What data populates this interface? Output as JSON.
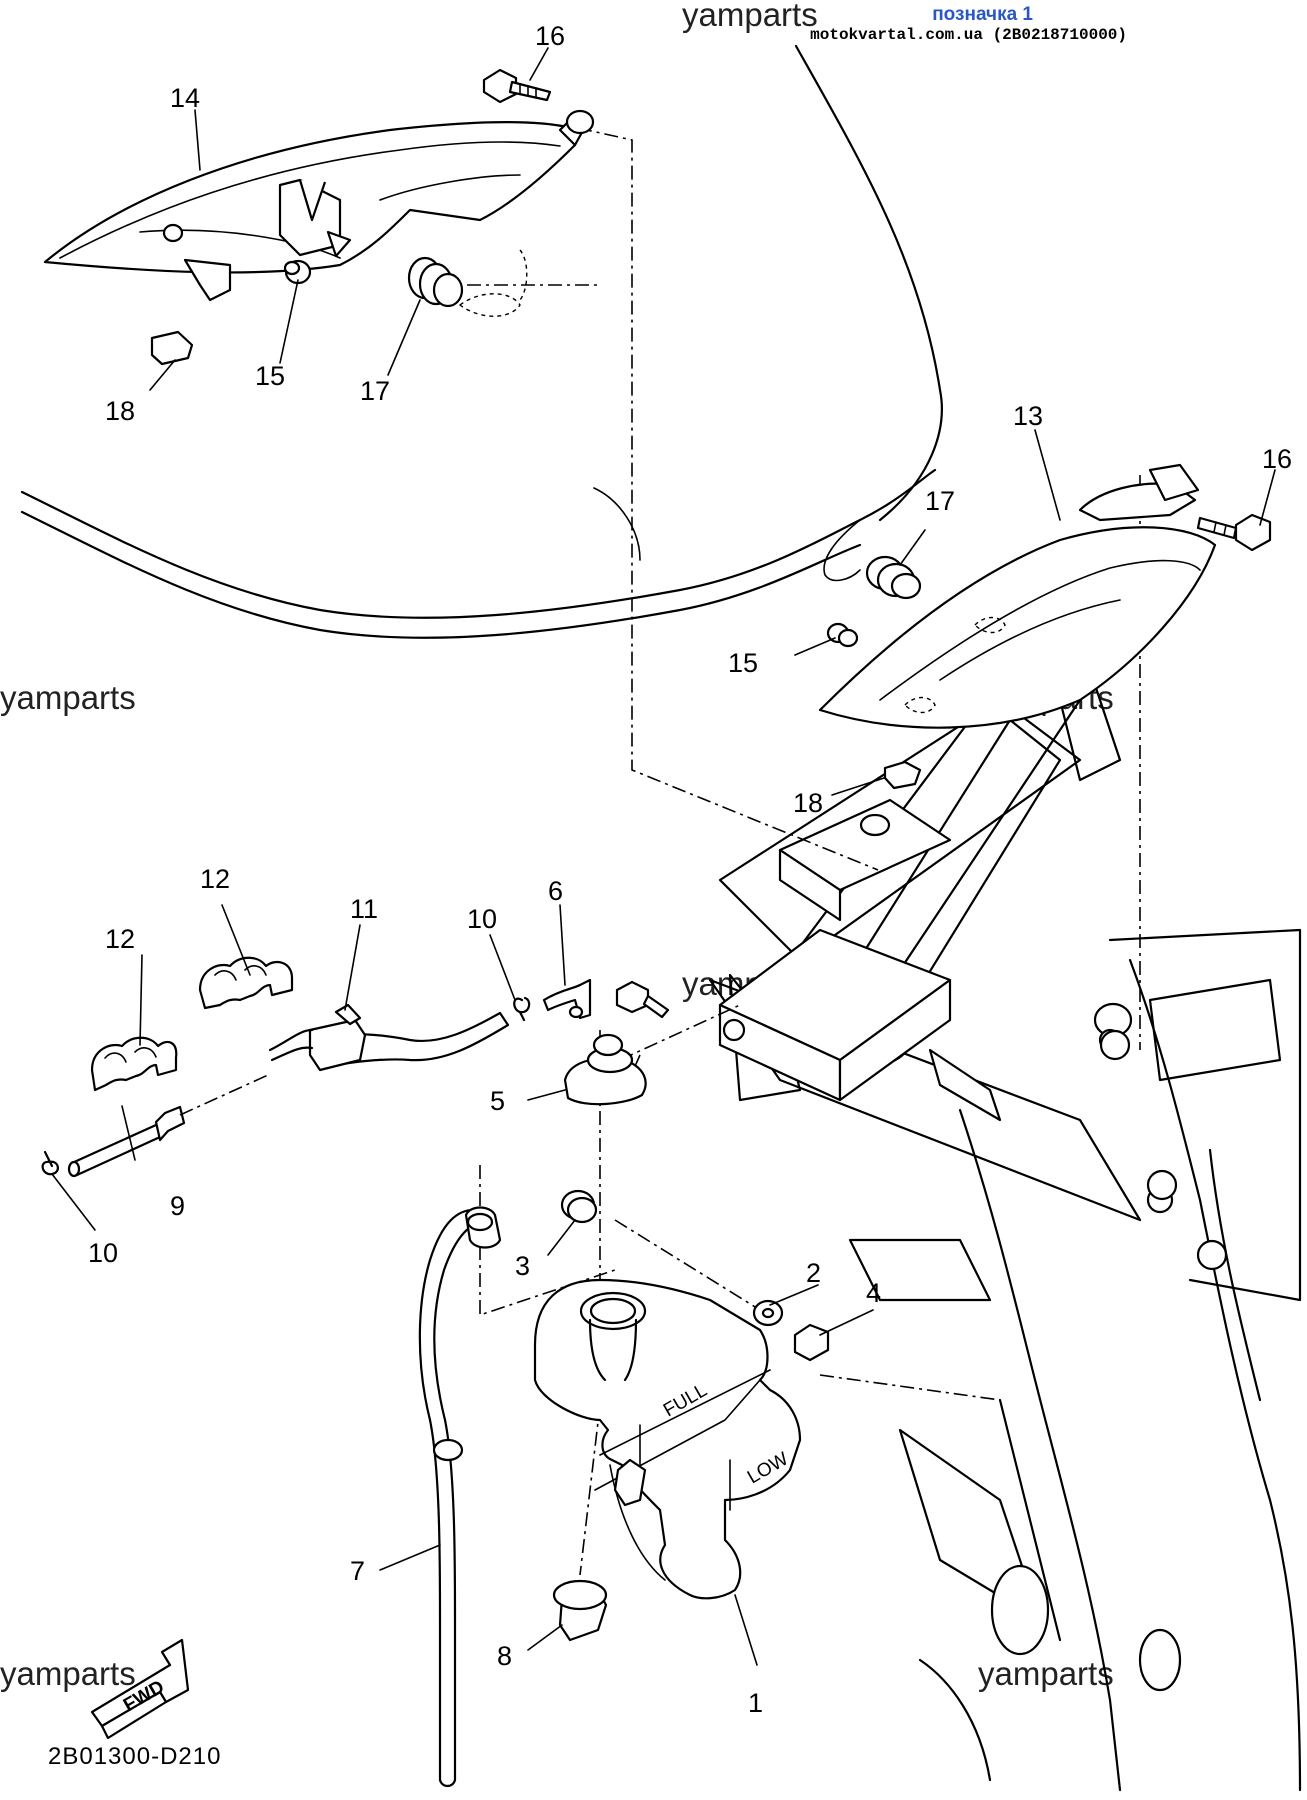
{
  "header": {
    "title": "позначка 1",
    "subtitle": "motokvartal.com.ua (2B0218710000)"
  },
  "watermarks": [
    "yamparts",
    "yamparts",
    "yamparts",
    "yamparts",
    "yamparts",
    "yamparts"
  ],
  "diagram_code": "2B01300-D210",
  "fwd_label": "FWD",
  "tank_labels": {
    "full": "FULL",
    "low": "LOW"
  },
  "callouts": [
    "1",
    "2",
    "3",
    "4",
    "5",
    "6",
    "7",
    "8",
    "9",
    "10",
    "10",
    "11",
    "12",
    "12",
    "13",
    "14",
    "15",
    "15",
    "16",
    "16",
    "17",
    "17",
    "18",
    "18"
  ]
}
